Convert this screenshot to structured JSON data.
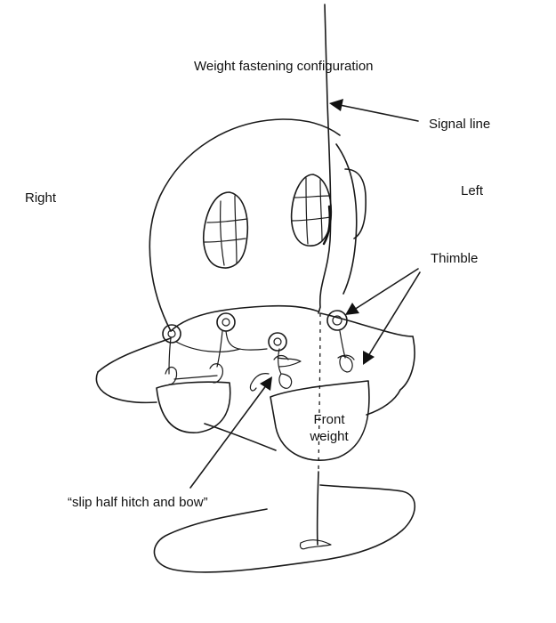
{
  "labels": {
    "title": "Weight fastening configuration",
    "signal_line": "Signal line",
    "right": "Right",
    "left": "Left",
    "thimble": "Thimble",
    "front_weight": "Front weight",
    "hitch": "“slip half hitch and bow”"
  },
  "colors": {
    "ink": "#1a1a1a",
    "paper": "#ffffff"
  }
}
